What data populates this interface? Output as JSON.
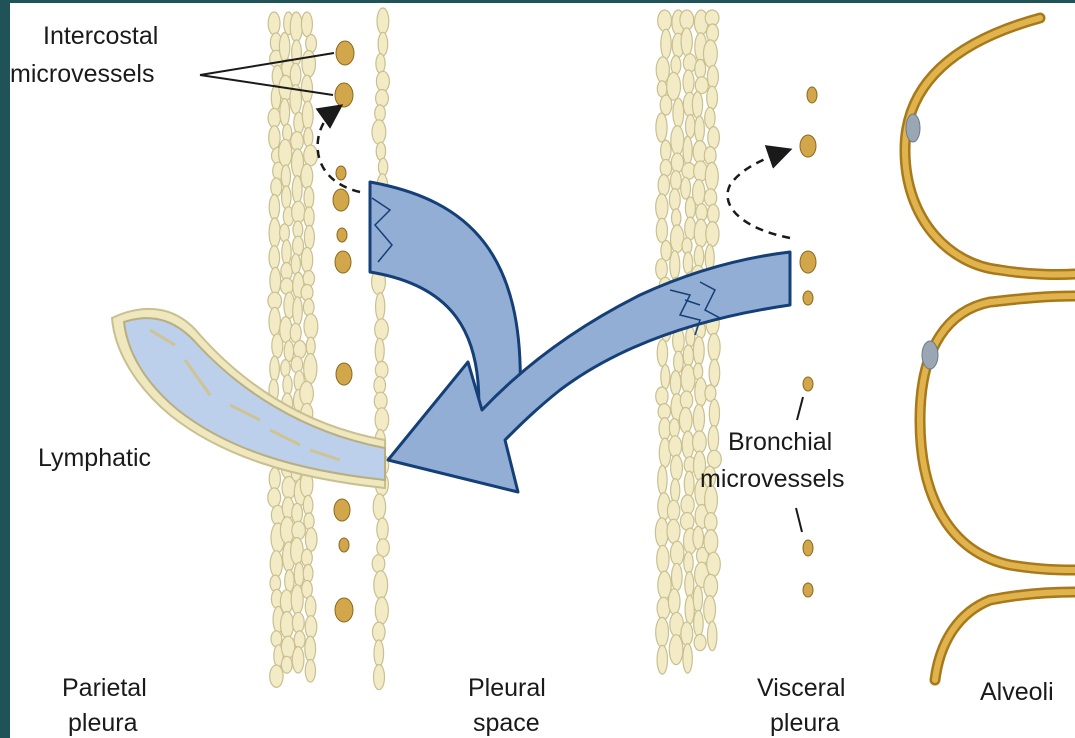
{
  "labels": {
    "intercostal_line1": "Intercostal",
    "intercostal_line2": "microvessels",
    "lymphatic": "Lymphatic",
    "bronchial_line1": "Bronchial",
    "bronchial_line2": "microvessels",
    "parietal_line1": "Parietal",
    "parietal_line2": "pleura",
    "pleural_line1": "Pleural",
    "pleural_line2": "space",
    "visceral_line1": "Visceral",
    "visceral_line2": "pleura",
    "alveoli": "Alveoli"
  },
  "colors": {
    "background_frame": "#1f5357",
    "panel": "#ffffff",
    "pleura_cells": "#f2ebc6",
    "microvessels": "#d2a64a",
    "flow_arrows": "#93aed5",
    "lymphatic": "#bcd0ec",
    "alveolar_wall": "#e0b34d"
  }
}
